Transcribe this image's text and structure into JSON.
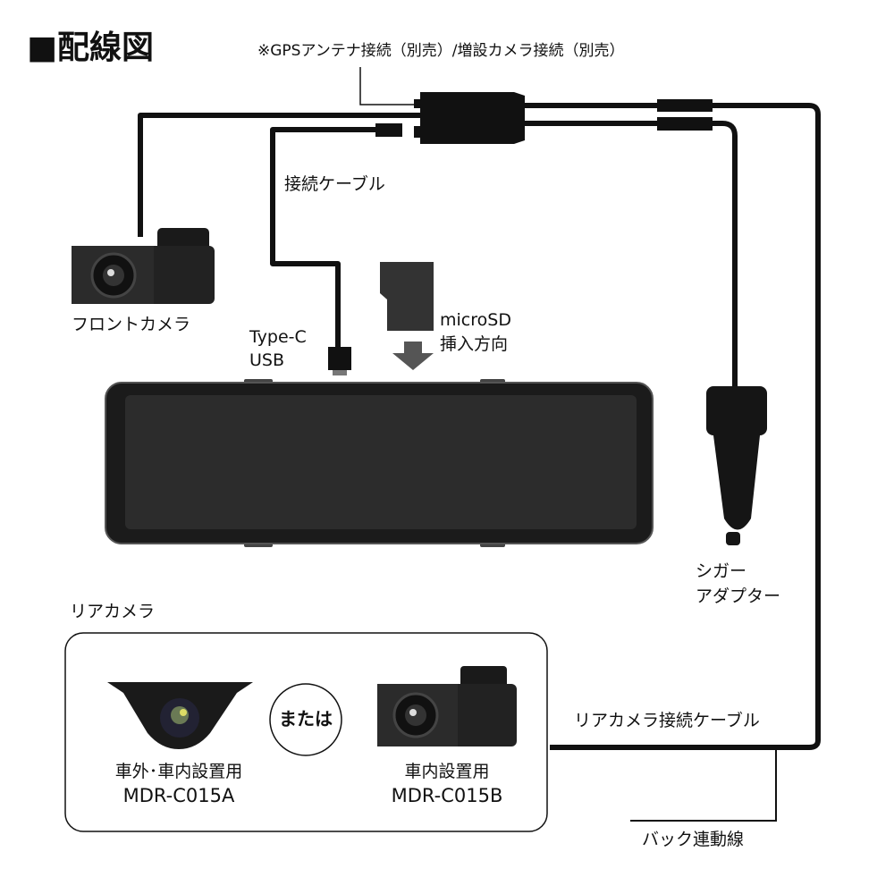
{
  "title": "■配線図",
  "note": "※GPSアンテナ接続（別売）/増設カメラ接続（別売）",
  "labels": {
    "connection_cable": "接続ケーブル",
    "front_camera": "フロントカメラ",
    "type_c": "Type-C",
    "usb": "USB",
    "microsd": "microSD",
    "insert_direction": "挿入方向",
    "cigar_1": "シガー",
    "cigar_2": "アダプター",
    "rear_camera": "リアカメラ",
    "or": "または",
    "rear_cable": "リアカメラ接続ケーブル",
    "back_line": "バック連動線"
  },
  "rear_options": [
    {
      "usage": "車外･車内設置用",
      "model": "MDR-C015A"
    },
    {
      "usage": "車内設置用",
      "model": "MDR-C015B"
    }
  ]
}
